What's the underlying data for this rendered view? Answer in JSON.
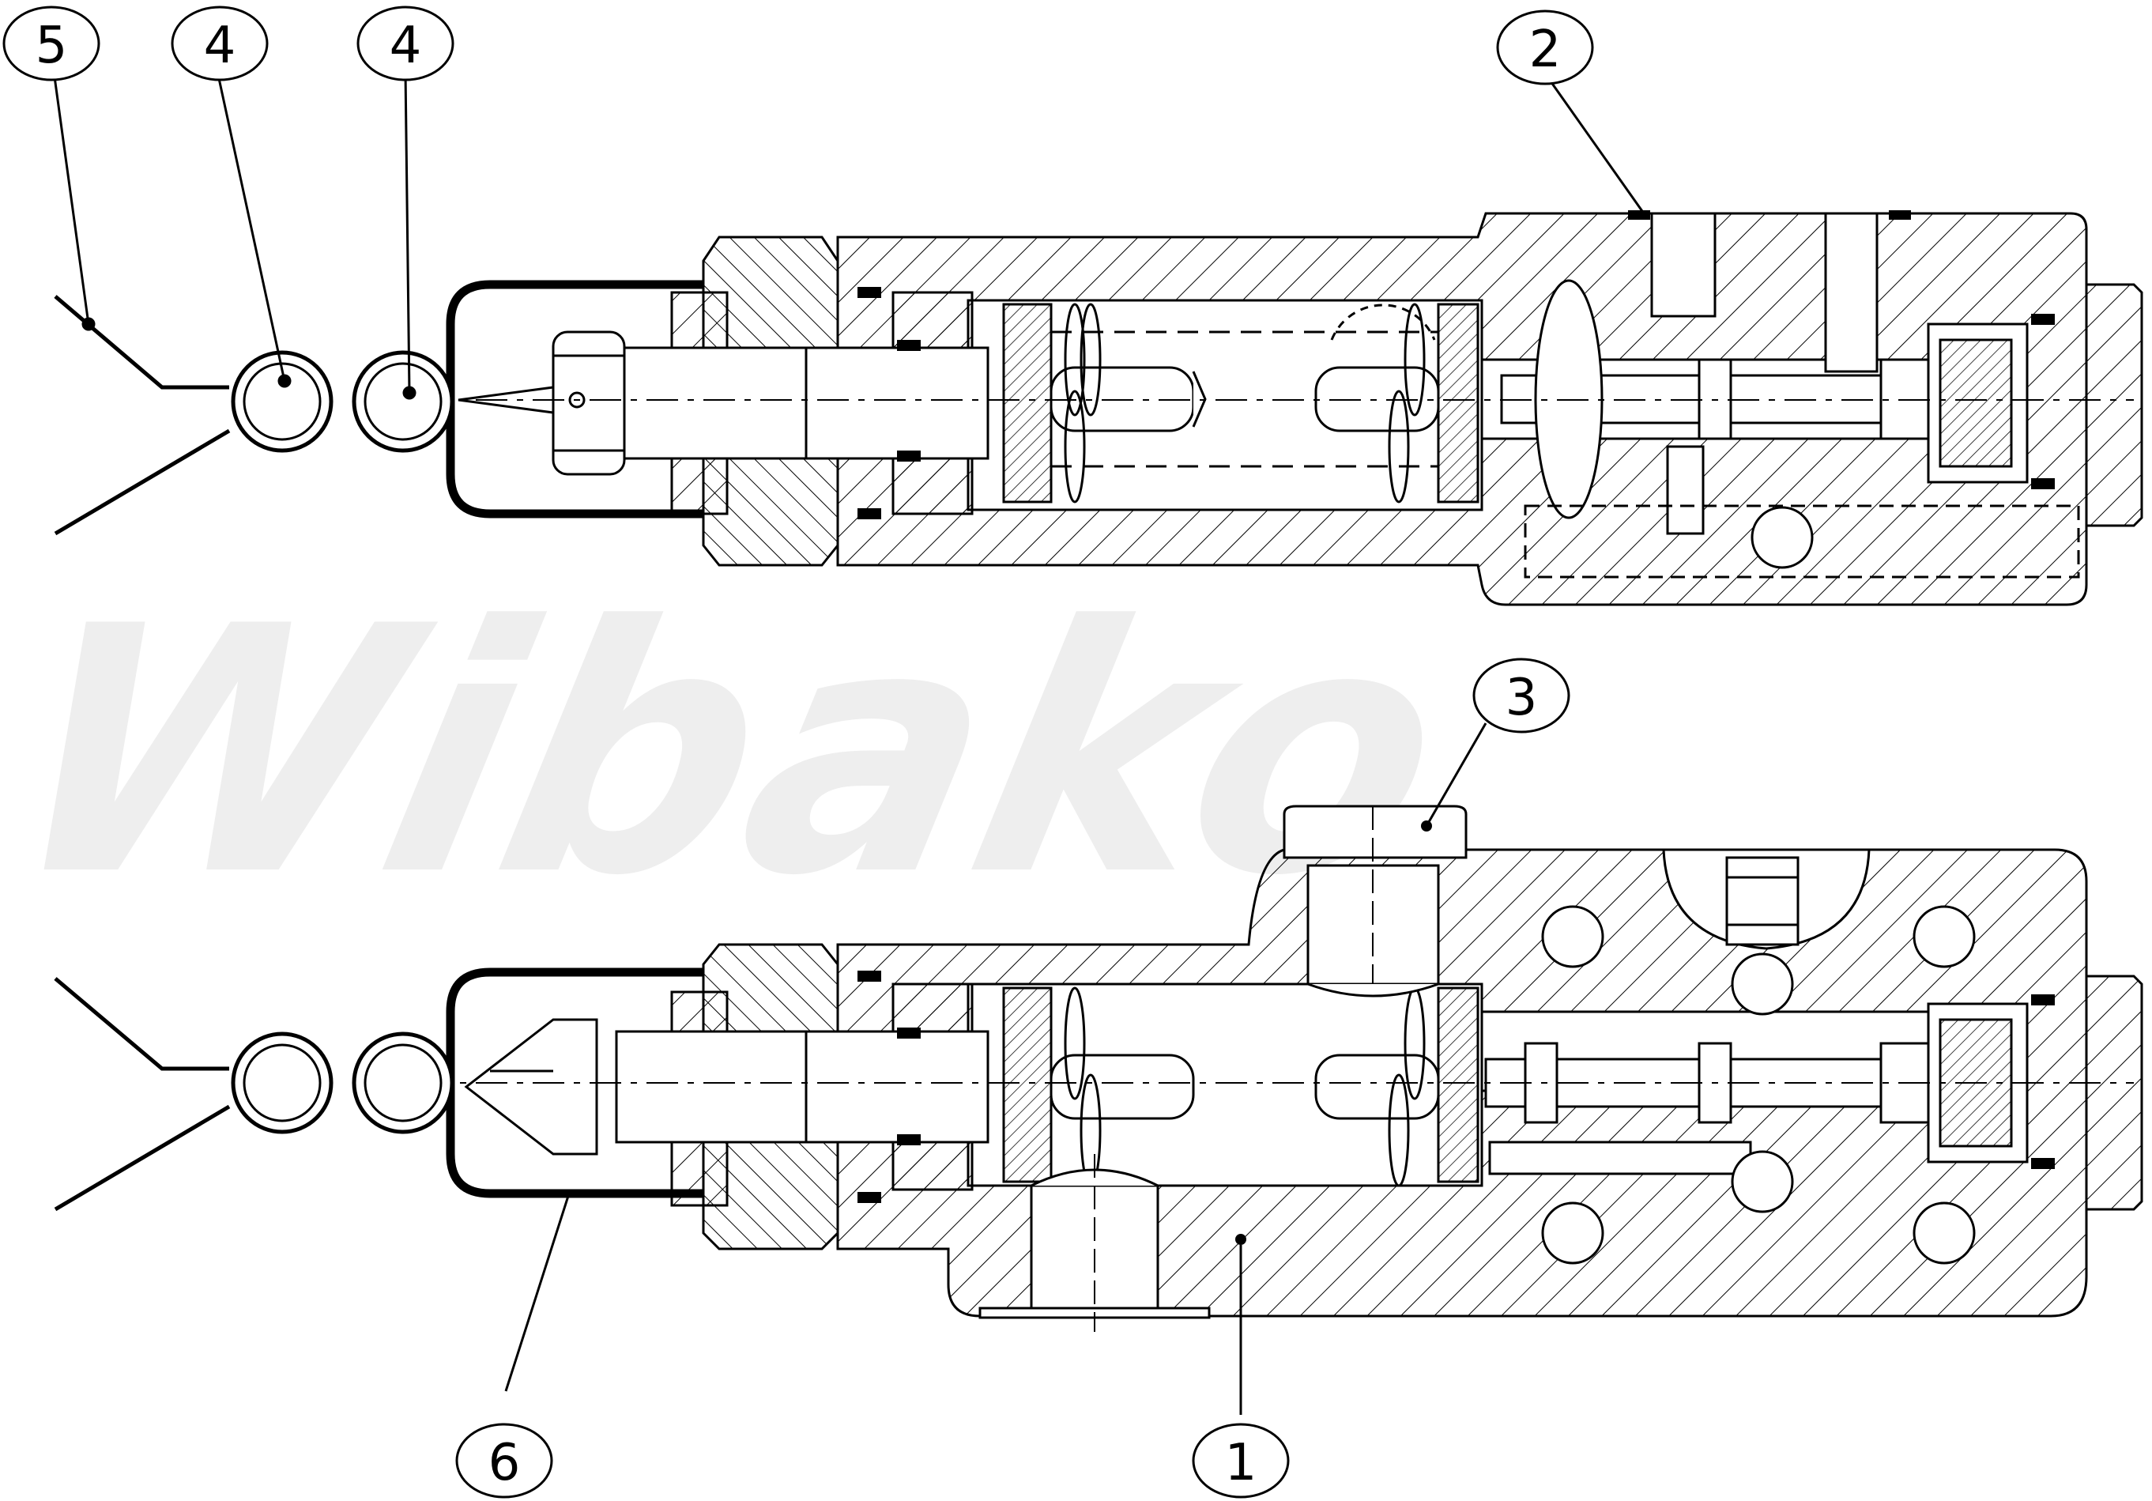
{
  "watermark": {
    "text": "Wibako"
  },
  "callouts": [
    {
      "id": "balloon-5-top",
      "label": "5"
    },
    {
      "id": "balloon-4-top-left",
      "label": "4"
    },
    {
      "id": "balloon-4-top-right",
      "label": "4"
    },
    {
      "id": "balloon-2-top",
      "label": "2"
    },
    {
      "id": "balloon-3-middle",
      "label": "3"
    },
    {
      "id": "balloon-6-bottom",
      "label": "6"
    },
    {
      "id": "balloon-1-bottom",
      "label": "1"
    }
  ],
  "colors": {
    "line": "#000000",
    "watermark": "#eeeeee",
    "background": "#ffffff"
  }
}
